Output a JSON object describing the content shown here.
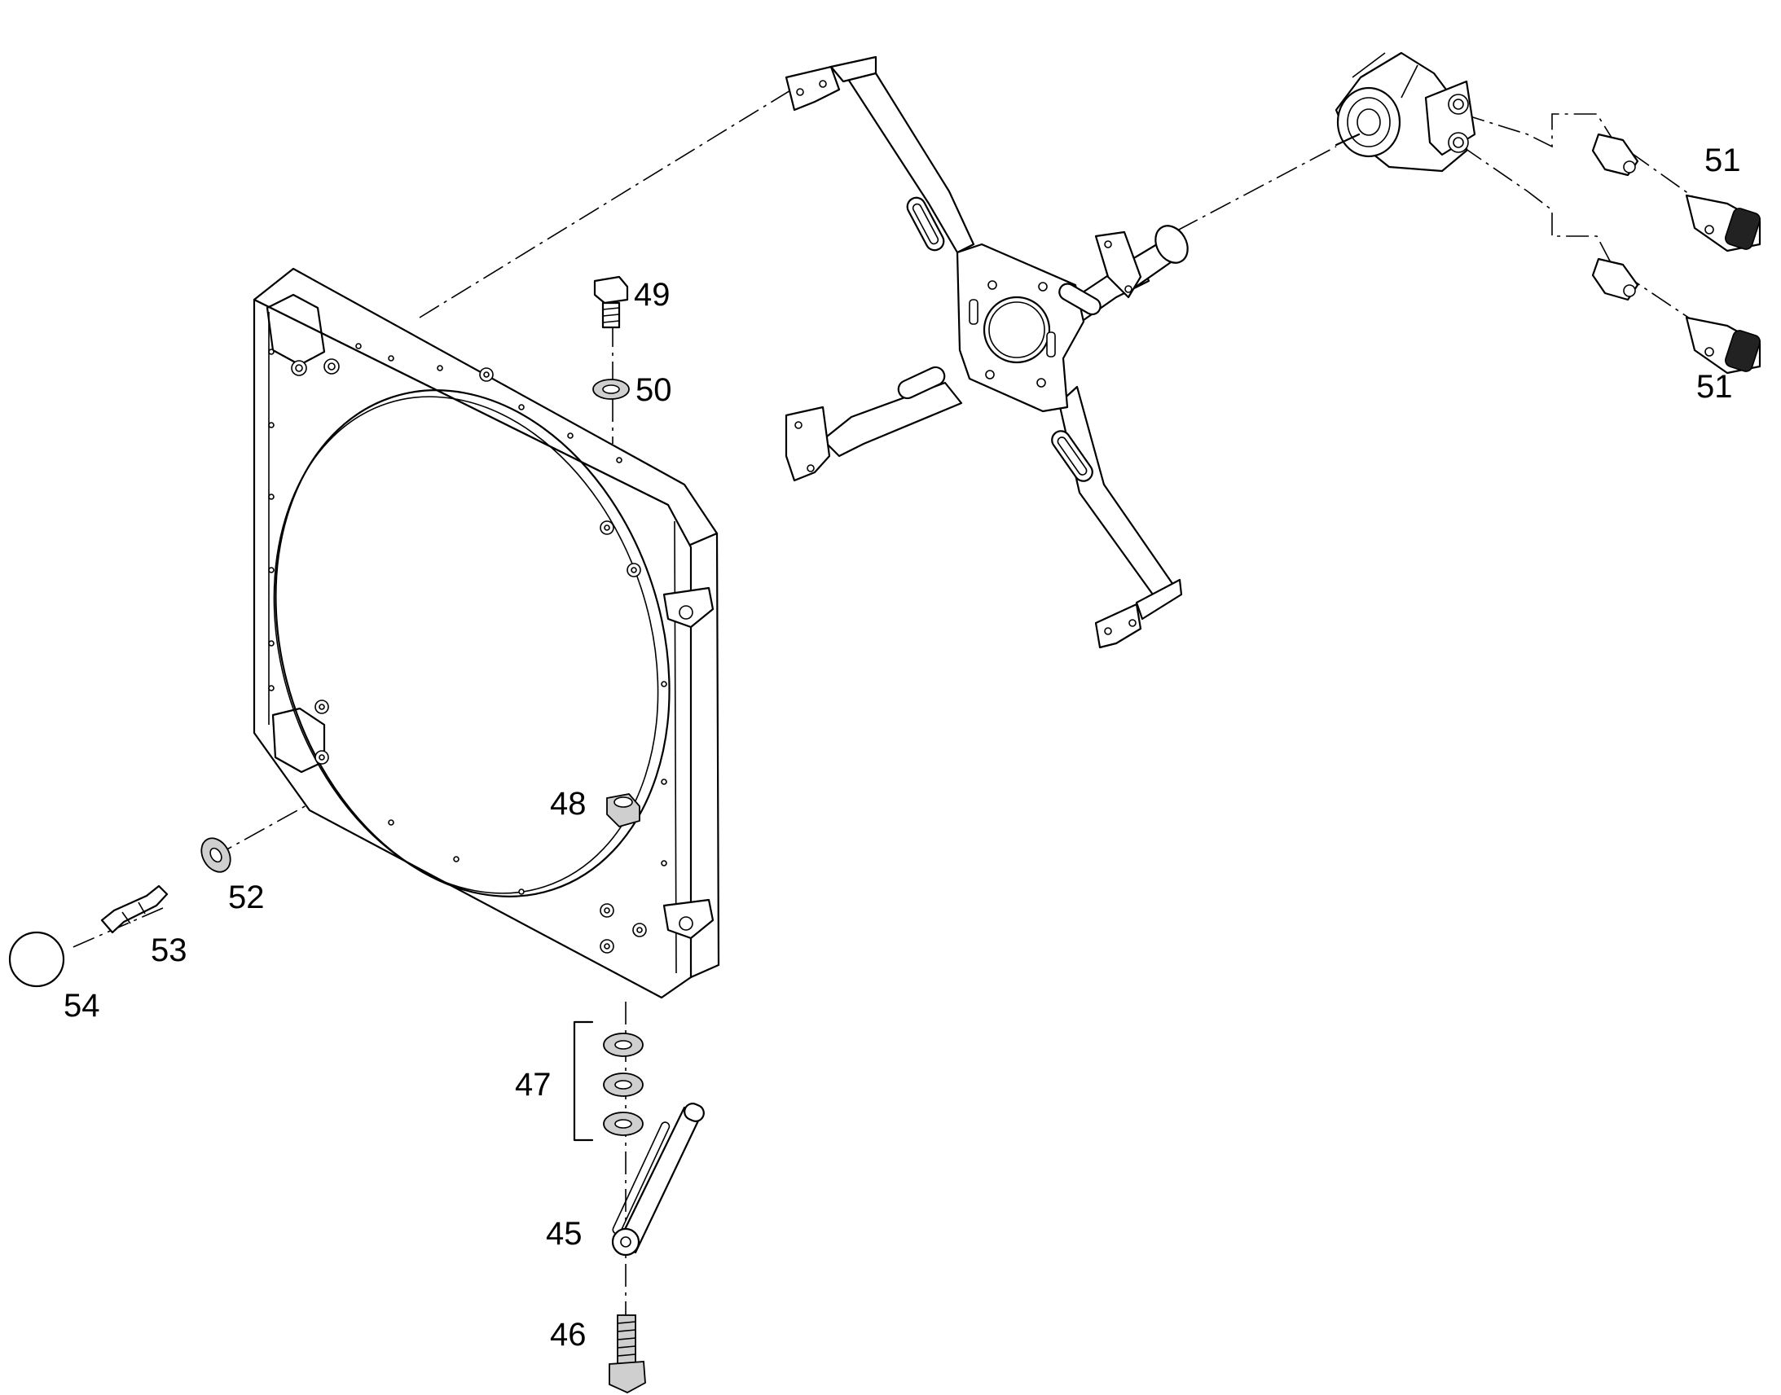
{
  "callouts": {
    "c45": "45",
    "c46": "46",
    "c47": "47",
    "c48": "48",
    "c49": "49",
    "c50": "50",
    "c51_upper": "51",
    "c51_lower": "51",
    "c52": "52",
    "c53": "53",
    "c54": "54"
  }
}
